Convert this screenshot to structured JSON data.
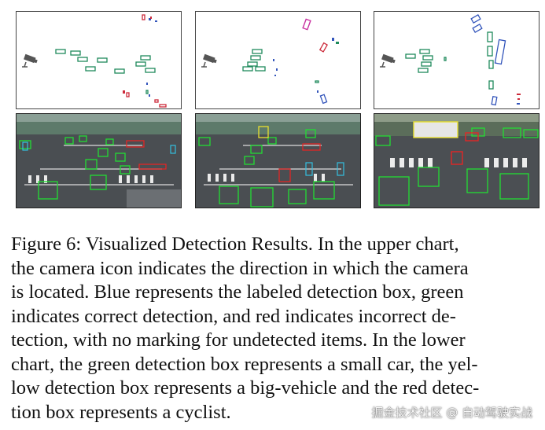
{
  "figure": {
    "caption_lines": [
      "Figure 6: Visualized Detection Results. In the upper chart,",
      "the camera icon indicates the direction in which the camera",
      "is located. Blue represents the labeled detection box, green",
      "indicates correct detection, and red indicates incorrect de-",
      "tection, with no marking for undetected items. In the lower",
      "chart, the green detection box represents a small car, the yel-",
      "low detection box represents a big-vehicle and the red detec-",
      "tion box represents a cyclist."
    ],
    "watermark": "掘金技术社区 @ 自动驾驶实战",
    "colors": {
      "labeled": "#3355bb",
      "correct": "#1f8a5c",
      "incorrect": "#cc2a3a",
      "small_car": "#22dd33",
      "big_vehicle": "#e8e030",
      "cyclist": "#ee2222"
    },
    "panel_icons": [
      "camera-icon",
      "camera-icon",
      "camera-icon"
    ]
  }
}
